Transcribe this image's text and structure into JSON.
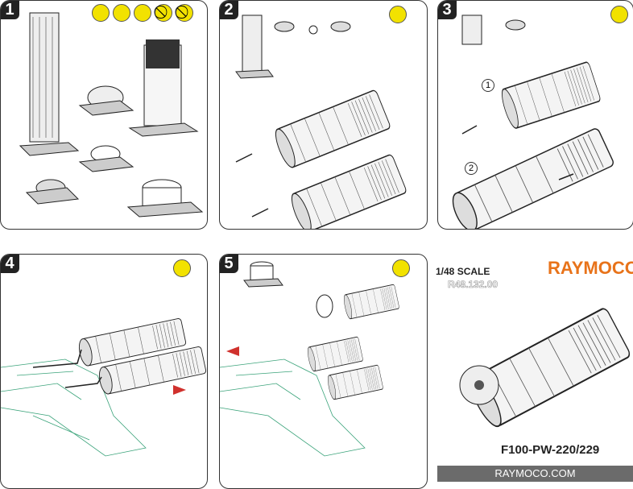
{
  "steps": [
    {
      "number": "1"
    },
    {
      "number": "2"
    },
    {
      "number": "3"
    },
    {
      "number": "4"
    },
    {
      "number": "5"
    }
  ],
  "sub_steps": [
    "1",
    "2"
  ],
  "scale": "1/48 SCALE",
  "catalog_number": "R48.132.00",
  "brand": "RAYMOCO",
  "product": "F100-PW-220/229",
  "website": "RAYMOCO.COM",
  "colors": {
    "brand": "#e8731a",
    "symbol_yellow": "#f2e200",
    "footer_bar": "#6b6b6b",
    "aircraft_lines": "#3aa37a",
    "attention_red": "#d0312d"
  }
}
